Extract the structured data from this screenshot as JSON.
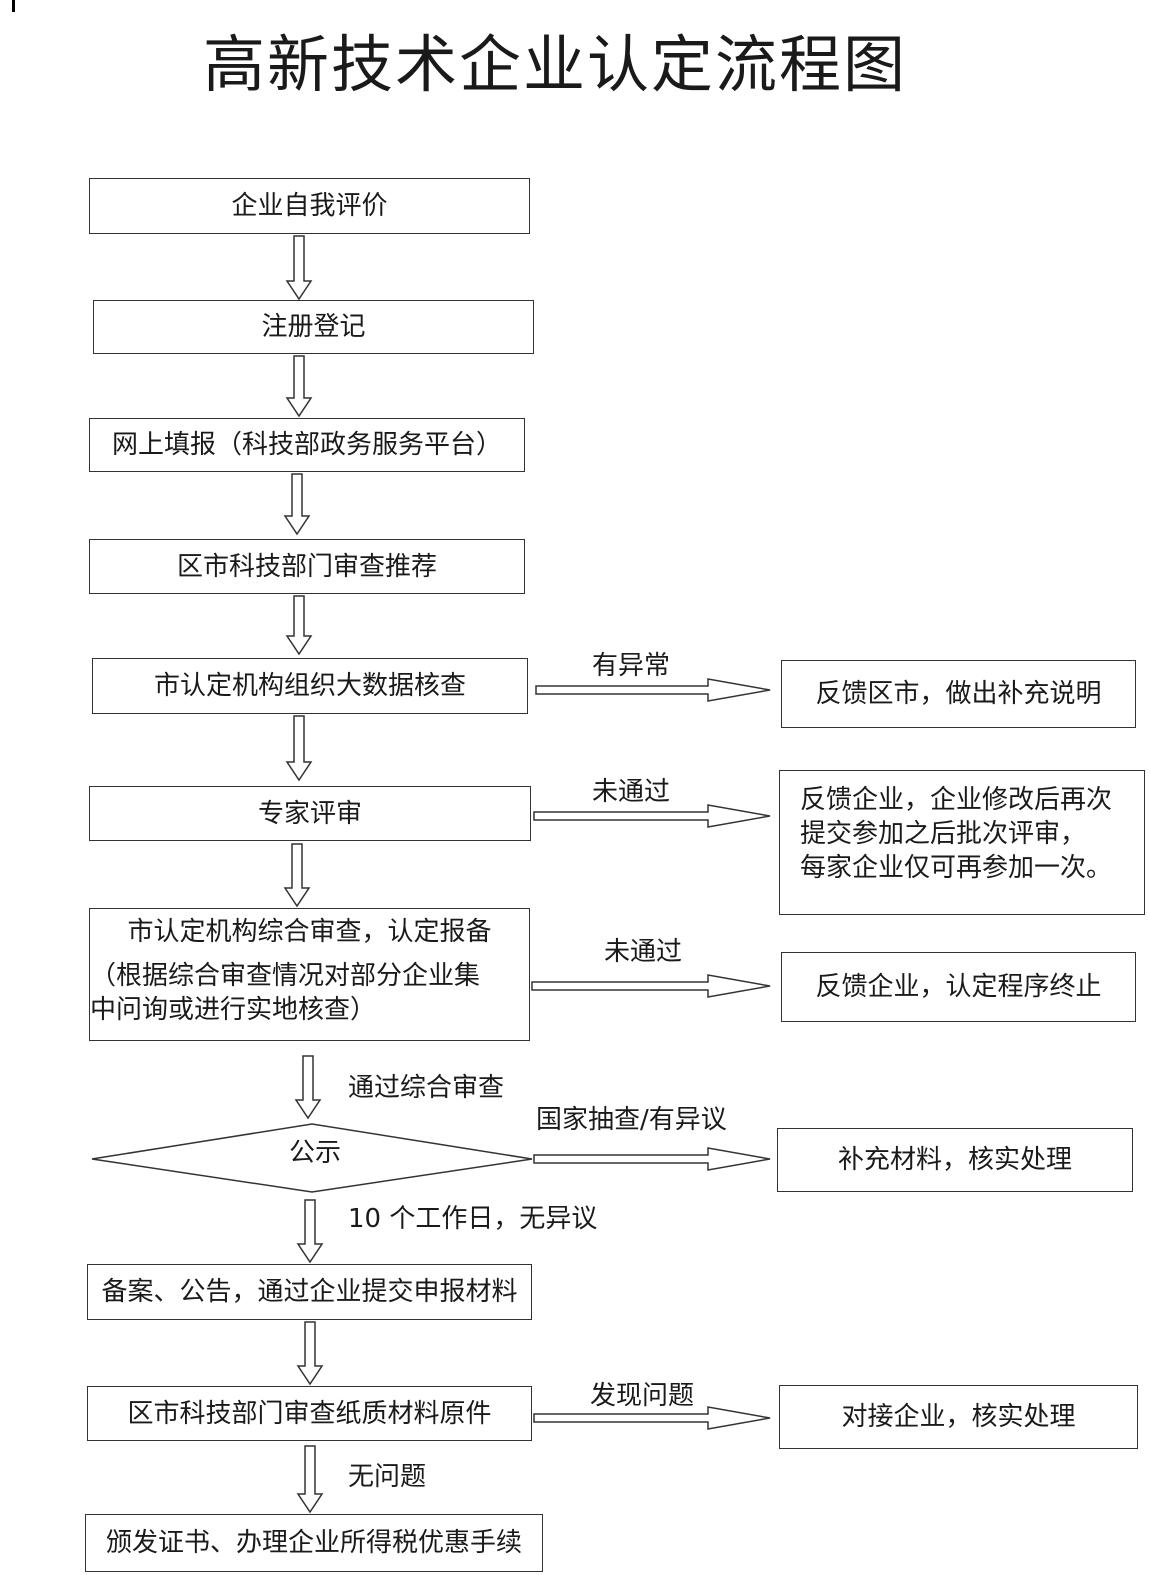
{
  "title": "高新技术企业认定流程图",
  "steps": {
    "s1": "企业自我评价",
    "s2": "注册登记",
    "s3": "网上填报（科技部政务服务平台）",
    "s4": "区市科技部门审查推荐",
    "s5": "市认定机构组织大数据核查",
    "s6": "专家评审",
    "s7_line1": "市认定机构综合审查，认定报备",
    "s7_line2": "（根据综合审查情况对部分企业集",
    "s7_line3": "中问询或进行实地核查）",
    "s8": "公示",
    "s9": "备案、公告，通过企业提交申报材料",
    "s10": "区市科技部门审查纸质材料原件",
    "s11": "颁发证书、办理企业所得税优惠手续"
  },
  "side_boxes": {
    "b1": "反馈区市，做出补充说明",
    "b2_line1": "反馈企业，企业修改后再次",
    "b2_line2": "提交参加之后批次评审，",
    "b2_line3": "每家企业仅可再参加一次。",
    "b3": "反馈企业，认定程序终止",
    "b4": "补充材料，核实处理",
    "b5": "对接企业，核实处理"
  },
  "edge_labels": {
    "e1": "有异常",
    "e2": "未通过",
    "e3": "未通过",
    "e4": "国家抽查/有异议",
    "e5": "发现问题",
    "d1": "通过综合审查",
    "d2": "10 个工作日，无异议",
    "d3": "无问题"
  }
}
